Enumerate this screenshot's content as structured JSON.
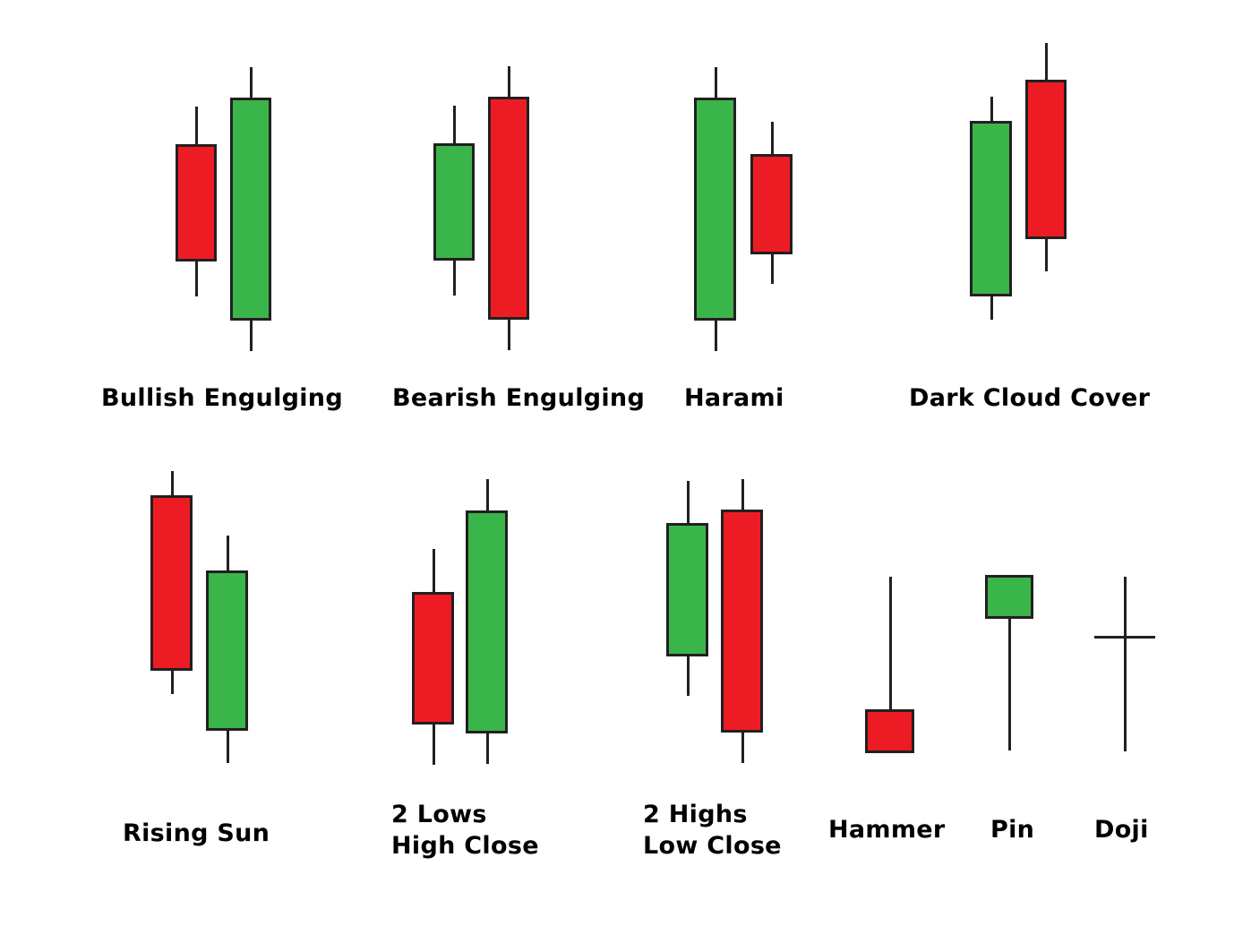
{
  "colors": {
    "bearish": "#ed1c24",
    "bullish": "#3ab54a",
    "outline": "#231f20"
  },
  "patterns": [
    {
      "label": "Bullish Engulging",
      "candles": [
        "bearish",
        "bullish"
      ]
    },
    {
      "label": "Bearish Engulging",
      "candles": [
        "bullish",
        "bearish"
      ]
    },
    {
      "label": "Harami",
      "candles": [
        "bullish",
        "bearish"
      ]
    },
    {
      "label": "Dark Cloud Cover",
      "candles": [
        "bullish",
        "bearish"
      ]
    },
    {
      "label": "Rising Sun",
      "candles": [
        "bearish",
        "bullish"
      ]
    },
    {
      "label_line1": "2 Lows",
      "label_line2": "High Close",
      "candles": [
        "bearish",
        "bullish"
      ]
    },
    {
      "label_line1": "2 Highs",
      "label_line2": "Low Close",
      "candles": [
        "bullish",
        "bearish"
      ]
    },
    {
      "label": "Hammer",
      "candles": [
        "bearish"
      ]
    },
    {
      "label": "Pin",
      "candles": [
        "bullish"
      ]
    },
    {
      "label": "Doji",
      "candles": [
        "doji"
      ]
    }
  ]
}
